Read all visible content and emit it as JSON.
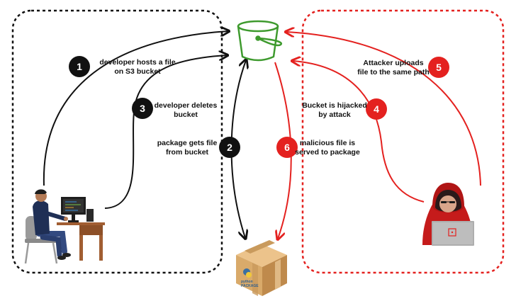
{
  "colors": {
    "left_path": "#111111",
    "right_path": "#e4211f",
    "bucket": "#3e9a2e",
    "badge_left": "#111111",
    "badge_right": "#e4211f",
    "box": "#d9aa6a",
    "hood": "#d41f1f"
  },
  "steps": [
    {
      "number": "1",
      "line1": "developer hosts a file",
      "line2": "on S3 bucket"
    },
    {
      "number": "2",
      "line1": "package gets file",
      "line2": "from bucket"
    },
    {
      "number": "3",
      "line1": "developer deletes",
      "line2": "bucket"
    },
    {
      "number": "4",
      "line1": "Bucket is hijacked",
      "line2": "by attack"
    },
    {
      "number": "5",
      "line1": "Attacker uploads",
      "line2": "file to the same path"
    },
    {
      "number": "6",
      "line1": "malicious file is",
      "line2": "served to package"
    }
  ],
  "icons": {
    "bucket": "s3-bucket-icon",
    "package": "python-package-box-icon",
    "developer": "developer-at-desk-icon",
    "attacker": "hooded-attacker-icon"
  },
  "package_logo": {
    "line1": "python",
    "line2": "PACKAGE"
  }
}
